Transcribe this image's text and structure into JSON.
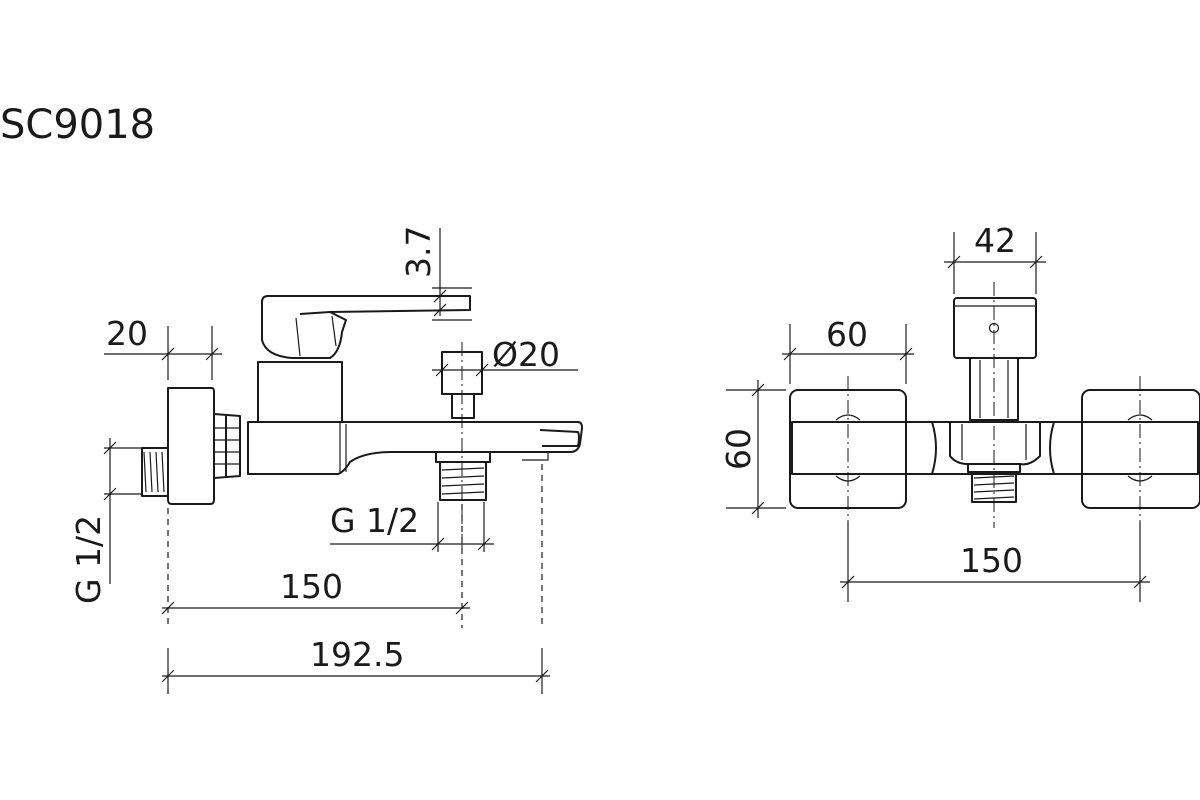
{
  "title": "SC9018",
  "side_view": {
    "dim_20": "20",
    "dim_3_7": "3.7",
    "dim_d20": "Ø20",
    "dim_g12_left": "G 1/2",
    "dim_g12_bottom": "G 1/2",
    "dim_150": "150",
    "dim_192_5": "192.5"
  },
  "front_view": {
    "dim_42": "42",
    "dim_60_top": "60",
    "dim_60_side": "60",
    "dim_150": "150"
  }
}
